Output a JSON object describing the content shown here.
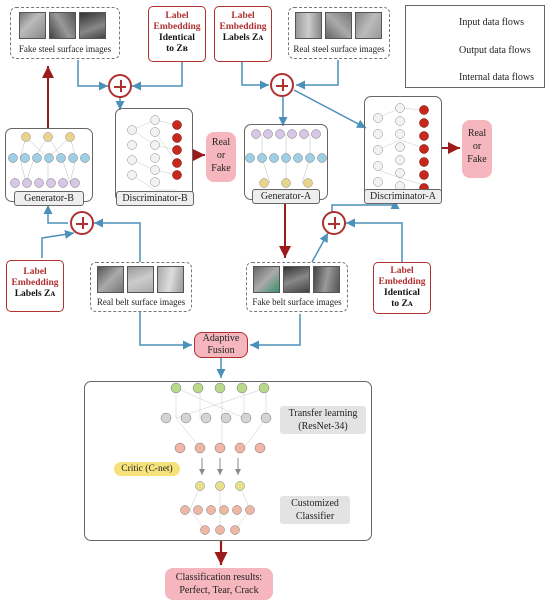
{
  "legend": {
    "input": "Input data flows",
    "output": "Output data flows",
    "internal": "Internal data flows"
  },
  "images": {
    "fake_steel": "Fake steel surface images",
    "real_steel": "Real steel surface images",
    "real_belt": "Real belt surface images",
    "fake_belt": "Fake belt surface images"
  },
  "embeddings": {
    "top_left": {
      "title": "Label",
      "title2": "Embedding",
      "line1": "Identical",
      "line2": "to Zʙ"
    },
    "top_mid": {
      "title": "Label",
      "title2": "Embedding",
      "line1": "Labels Zᴀ"
    },
    "bottom_left": {
      "title": "Label",
      "title2": "Embedding",
      "line1": "Labels Zᴀ"
    },
    "bottom_right": {
      "title": "Label",
      "title2": "Embedding",
      "line1": "Identical",
      "line2": "to Zᴀ"
    }
  },
  "networks": {
    "generator_b": "Generator-B",
    "discriminator_b": "Discriminator-B",
    "generator_a": "Generator-A",
    "discriminator_a": "Discriminator-A"
  },
  "real_or_fake": {
    "l1": "Real",
    "l2": "or",
    "l3": "Fake"
  },
  "fusion": {
    "l1": "Adaptive",
    "l2": "Fusion"
  },
  "critic": {
    "label": "Critic (C-net)",
    "transfer_l1": "Transfer learning",
    "transfer_l2": "(ResNet-34)",
    "custom_l1": "Customized",
    "custom_l2": "Classifier"
  },
  "result": {
    "l1": "Classification results:",
    "l2": "Perfect, Tear, Crack"
  },
  "colors": {
    "input_flow": "#4a90b8",
    "output_flow": "#9b1b1b",
    "internal_flow": "#8a8a8a",
    "accent_pink": "#f5b6be",
    "embedding_red": "#b03030"
  }
}
